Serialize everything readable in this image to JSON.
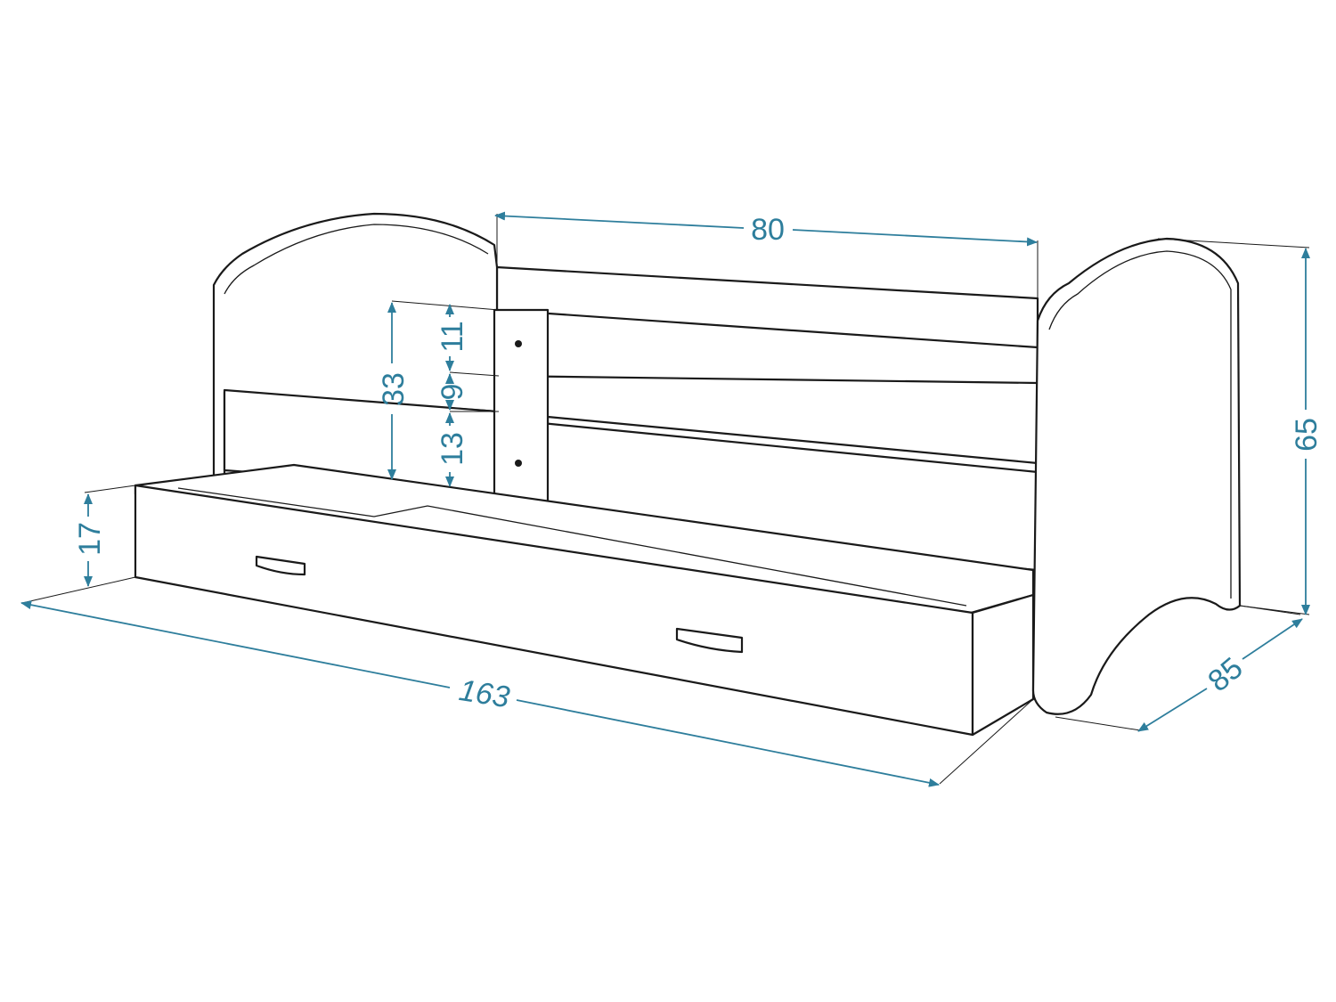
{
  "colors": {
    "dimension": "#2e7e9c",
    "outline": "#1a1a1a",
    "background": "#ffffff"
  },
  "dimensions": {
    "length": "163",
    "depth": "85",
    "height": "65",
    "mattress_width": "80",
    "side_rail_total": "33",
    "rail_gap_top": "11",
    "rail_height": "9",
    "rail_gap_bottom": "13",
    "drawer_height": "17"
  }
}
